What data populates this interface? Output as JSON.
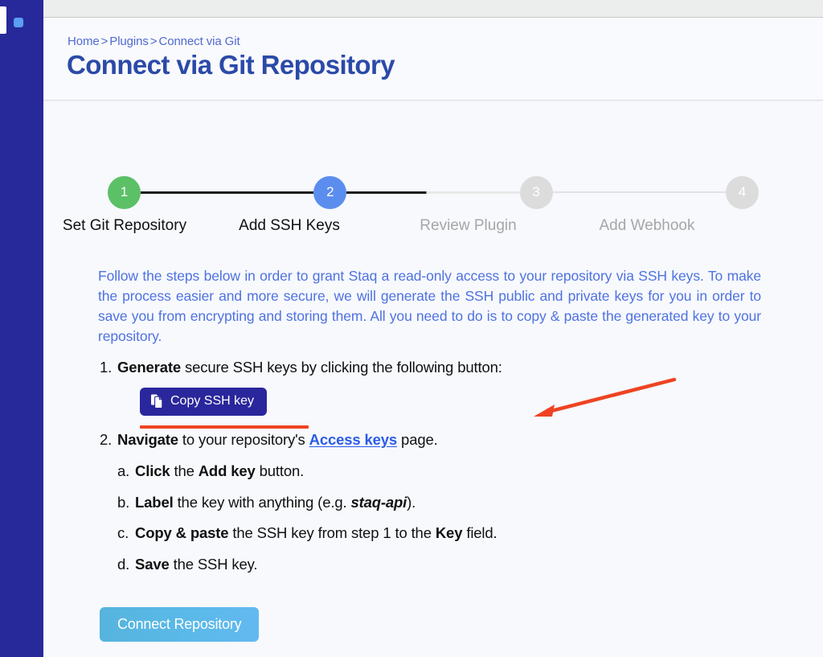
{
  "sidebar": {
    "logo_name": "staq-logo",
    "accent_dot_color": "#5b9ef2",
    "background_color": "#27299b"
  },
  "header": {
    "breadcrumb": [
      {
        "label": "Home"
      },
      {
        "label": "Plugins"
      },
      {
        "label": "Connect via Git"
      }
    ],
    "breadcrumb_separator": ">",
    "title": "Connect via Git Repository"
  },
  "stepper": {
    "steps": [
      {
        "number": "1",
        "label": "Set Git Repository",
        "state": "done"
      },
      {
        "number": "2",
        "label": "Add SSH Keys",
        "state": "active"
      },
      {
        "number": "3",
        "label": "Review Plugin",
        "state": "todo"
      },
      {
        "number": "4",
        "label": "Add Webhook",
        "state": "todo"
      }
    ],
    "done_color": "#5cc067",
    "active_color": "#5b8def",
    "todo_color": "#dcdcdc"
  },
  "intro": {
    "text": "Follow the steps below in order to grant Staq a read-only access to your repository via SSH keys. To make the process easier and more secure, we will generate the SSH public and private keys for you in order to save you from encrypting and storing them. All you need to do is to copy & paste the generated key to your repository.",
    "color": "#4f72e0"
  },
  "instructions": {
    "step1": {
      "marker": "1.",
      "bold": "Generate",
      "rest": " secure SSH keys by clicking the following button:"
    },
    "copy_button": {
      "label": "Copy SSH key",
      "icon": "copy-icon",
      "background_color": "#2a279c"
    },
    "step2": {
      "marker": "2.",
      "bold": "Navigate",
      "mid": " to your repository's ",
      "link": "Access keys",
      "tail": " page."
    },
    "substeps": [
      {
        "marker": "a.",
        "bold": "Click",
        "mid": " the ",
        "bold2": "Add key",
        "tail": " button."
      },
      {
        "marker": "b.",
        "bold": "Label",
        "mid": " the key with anything (e.g. ",
        "emphasis": "staq-api",
        "tail": ")."
      },
      {
        "marker": "c.",
        "bold": "Copy & paste",
        "mid": " the SSH key from step 1 to the ",
        "bold2": "Key",
        "tail": " field."
      },
      {
        "marker": "d.",
        "bold": "Save",
        "mid": " the SSH key.",
        "bold2": "",
        "tail": ""
      }
    ]
  },
  "annotations": {
    "underline_color": "#ef4322",
    "arrow_color": "#ef4322",
    "arrow_target": "Access keys"
  },
  "footer": {
    "connect_button_label": "Connect Repository"
  }
}
